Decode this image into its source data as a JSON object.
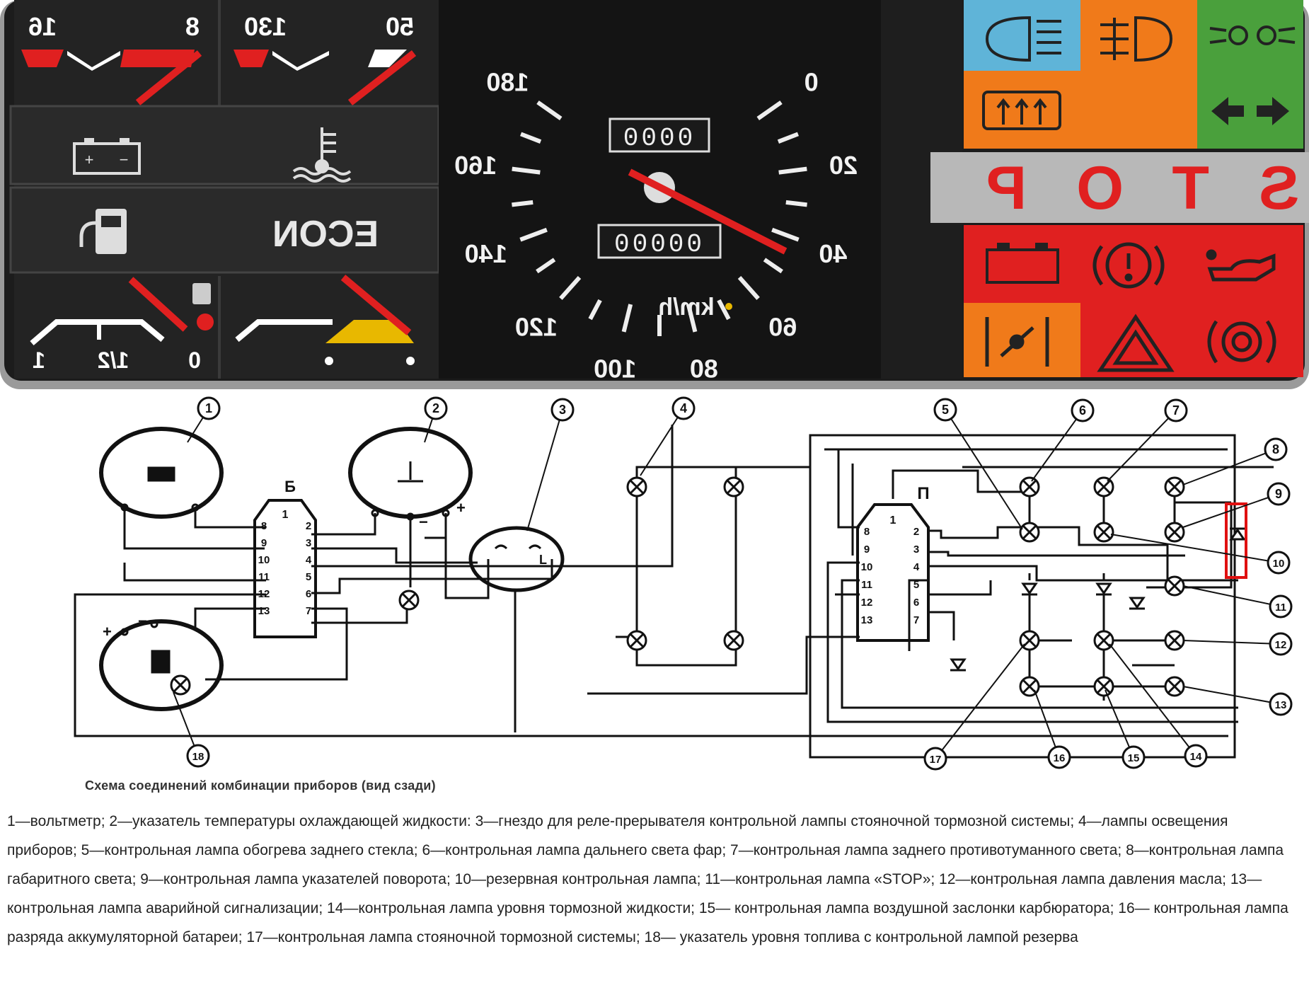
{
  "cluster": {
    "gauges": {
      "voltmeter_left": "16",
      "voltmeter_right": "8",
      "temp_left": "130",
      "temp_right": "50",
      "fuel_full": "1",
      "fuel_half": "1/2",
      "fuel_empty": "0"
    },
    "econ_label": "ECON",
    "speedo": {
      "ticks": [
        "0",
        "20",
        "40",
        "60",
        "80",
        "100",
        "120",
        "140",
        "160",
        "180"
      ],
      "unit": "km/h",
      "trip": "0000",
      "odometer": "00000"
    },
    "stop_label": "STOP"
  },
  "schematic": {
    "block_b": "Б",
    "block_p": "П",
    "pins_left": [
      "8",
      "9",
      "10",
      "11",
      "12",
      "13"
    ],
    "pins_right": [
      "2",
      "3",
      "4",
      "5",
      "6",
      "7"
    ],
    "pin_top": "1",
    "plus": "+",
    "minus": "−",
    "socket_l": "L",
    "callouts": [
      "1",
      "2",
      "3",
      "4",
      "5",
      "6",
      "7",
      "8",
      "9",
      "10",
      "11",
      "12",
      "13",
      "14",
      "15",
      "16",
      "17",
      "18"
    ]
  },
  "caption": "Схема соединений комбинации приборов (вид сзади)",
  "legend": "1—вольтметр; 2—указатель температуры охлаждающей жидкости: 3—гнездо для реле-прерывателя контрольной лампы стояночной тормозной системы; 4—лампы освещения приборов; 5—контрольная лампа обогрева заднего стекла; 6—контрольная лампа дальнего света фар; 7—контрольная лампа заднего противотуманного света; 8—контрольная лампа габаритного света; 9—контрольная лампа указателей поворота; 10—резервная контрольная лампа; 11—контрольная лампа «STOP»; 12—контрольная лампа давления масла; 13—контрольная лампа аварийной сигнализации; 14—контрольная лампа уровня тормозной жидкости; 15— контрольная лампа воздушной заслонки карбюратора; 16— контрольная лампа разряда аккумуляторной батареи; 17—контрольная лампа стояночной тормозной системы; 18— указатель уровня топлива с контрольной лампой резерва",
  "colors": {
    "panel": "#1e1e1e",
    "red": "#e02020",
    "orange": "#f07a1a",
    "blue": "#5fb4d8",
    "green": "#4aa03c",
    "gray": "#b8b8b8",
    "yellow": "#e8b800",
    "highlight": "#e01010"
  }
}
